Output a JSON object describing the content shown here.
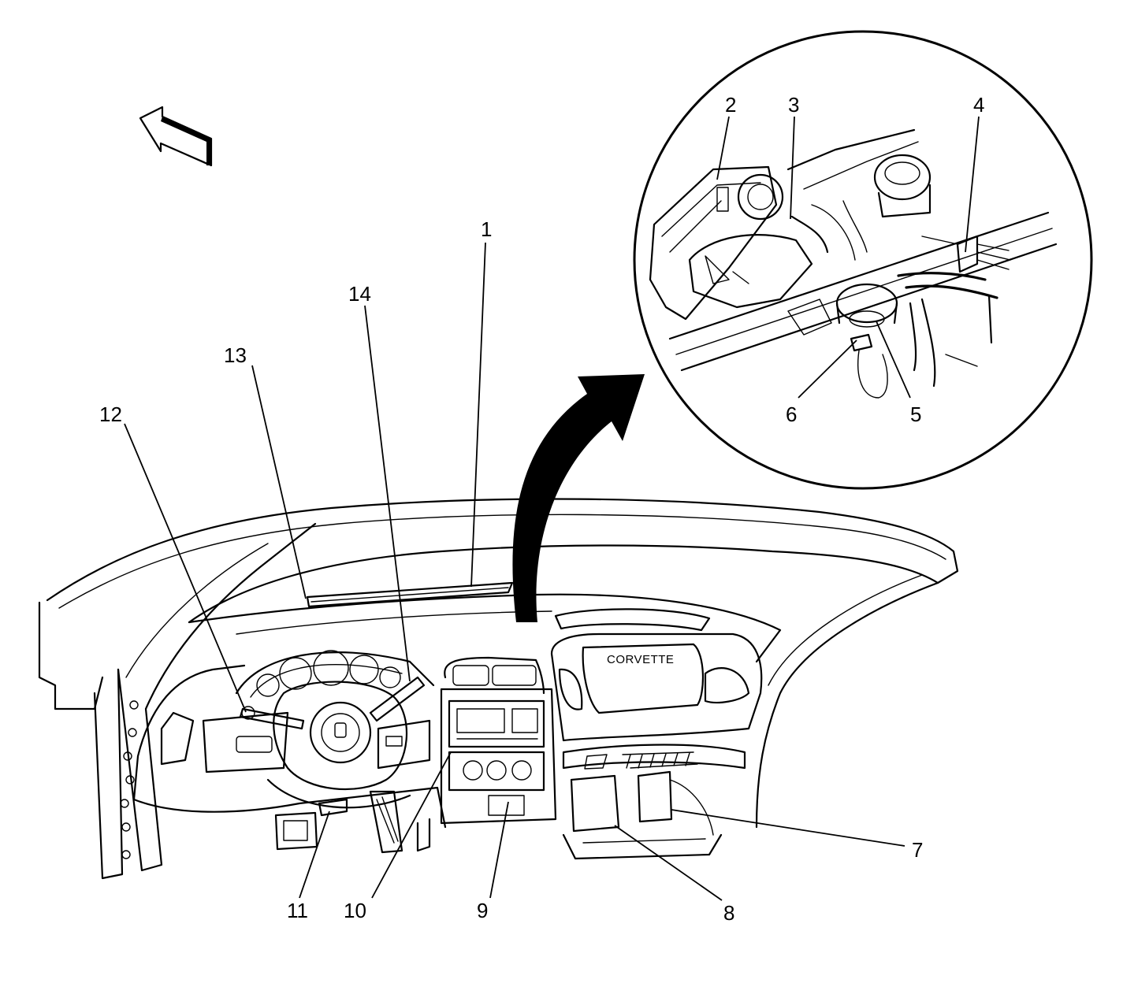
{
  "callouts": {
    "c1": "1",
    "c2": "2",
    "c3": "3",
    "c4": "4",
    "c5": "5",
    "c6": "6",
    "c7": "7",
    "c8": "8",
    "c9": "9",
    "c10": "10",
    "c11": "11",
    "c12": "12",
    "c13": "13",
    "c14": "14"
  },
  "dashboard_label": "CORVETTE",
  "icons": {
    "direction_arrow": "forward-direction-arrow-icon",
    "detail_arrow": "detail-view-arrow-icon"
  },
  "colors": {
    "line": "#000000",
    "background": "#ffffff"
  }
}
